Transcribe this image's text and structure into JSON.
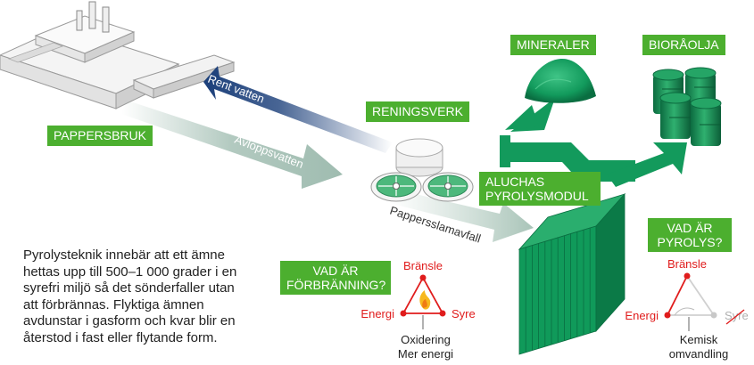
{
  "labels": {
    "pappersbruk": "PAPPERSBRUK",
    "reningsverk": "RENINGSVERK",
    "mineraler": "MINERALER",
    "bioraolja": "BIORÅOLJA",
    "aluchas_line1": "ALUCHAS",
    "aluchas_line2": "PYROLYSMODUL",
    "fbr_line1": "VAD ÄR",
    "fbr_line2": "FÖRBRÄNNING?",
    "pyr_line1": "VAD ÄR",
    "pyr_line2": "PYROLYS?"
  },
  "flows": {
    "rent_vatten": "Rent vatten",
    "avloppsvatten": "Avloppsvatten",
    "pappersslamavfall": "Pappersslamavfall"
  },
  "description": [
    "Pyrolysteknik innebär att ett ämne",
    "hettas upp till 500–1 000 grader i en",
    "syrefri miljö så det sönderfaller utan",
    "att förbrännas. Flyktiga ämnen",
    "avdunstar i gasform och kvar blir en",
    "återstod i fast eller flytande form."
  ],
  "combustion": {
    "top": "Bränsle",
    "left": "Energi",
    "right": "Syre",
    "result_line1": "Oxidering",
    "result_line2": "Mer energi"
  },
  "pyrolysis": {
    "top": "Bränsle",
    "left": "Energi",
    "right": "Syre",
    "result_line1": "Kemisk",
    "result_line2": "omvandling"
  },
  "colors": {
    "label_green": "#4caf2f",
    "arrow_green": "#139a5c",
    "container_green": "#0f8a5a",
    "clean_water_blue": "#1b3f7a",
    "waste_water_grey": "#9fbcb0",
    "triangle_red": "#e01c1c"
  }
}
